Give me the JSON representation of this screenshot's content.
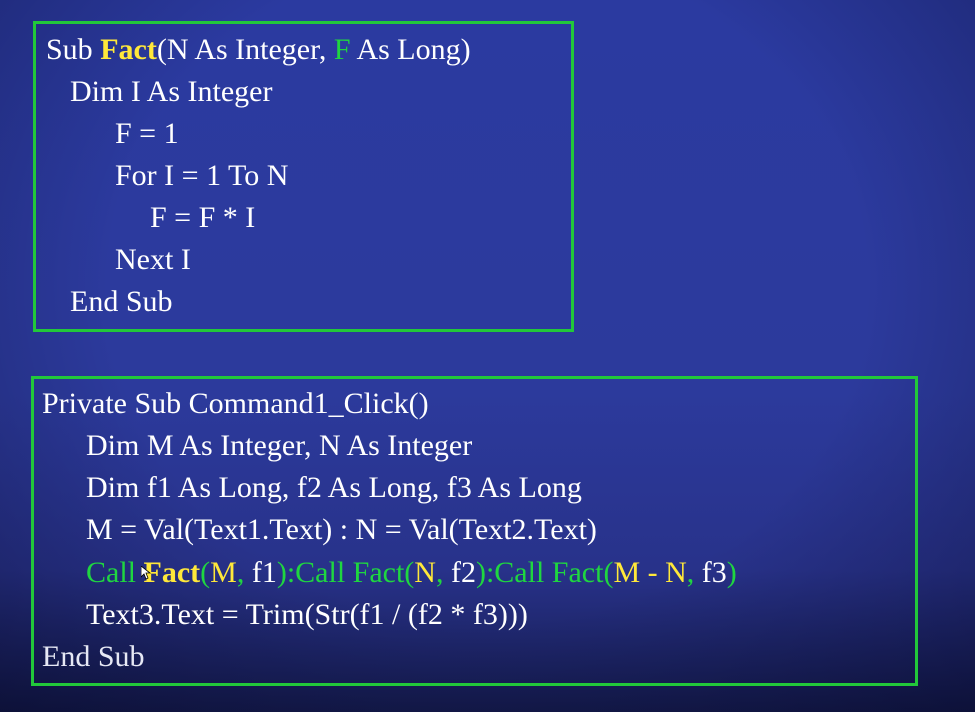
{
  "code1": {
    "lines": [
      "Sub ",
      "Fact",
      "(N As Integer, ",
      "F",
      " As Long)",
      "Dim I As Integer",
      "F = 1",
      "For I = 1 To N",
      "F = F * I",
      "Next I",
      "End Sub"
    ]
  },
  "code2": {
    "l1": "Private Sub Command1_Click()",
    "l2": "Dim M As Integer, N As Integer",
    "l3": "Dim f1 As Long, f2 As Long, f3 As Long",
    "l4": "M = Val(Text1.Text) :  N = Val(Text2.Text)",
    "l5": {
      "p1": "Call ",
      "p2": "Fact",
      "p3": "(",
      "p4": "M",
      "p5": ", ",
      "p6": "f1",
      "p7": "):Call Fact(",
      "p8": "N",
      "p9": ", ",
      "p10": "f2",
      "p11": "):Call Fact(",
      "p12": "M",
      "p13": " - ",
      "p14": "N",
      "p15": ", ",
      "p16": "f3",
      "p17": ")"
    },
    "l6": "Text3.Text = Trim(Str(f1  / (f2 * f3)))",
    "l7": "End Sub"
  },
  "colors": {
    "background": "#2c3a9c",
    "border": "#22c83a",
    "keyword_green": "#1fd640",
    "highlight_yellow": "#ffe83a",
    "text": "#ffffff"
  }
}
